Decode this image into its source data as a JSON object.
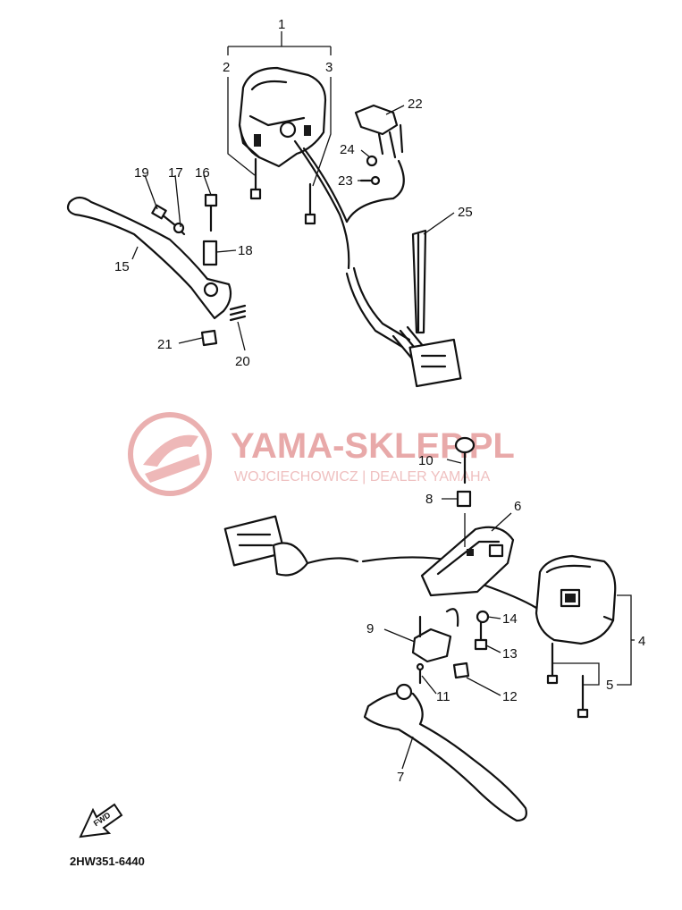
{
  "diagram": {
    "part_number": "2HW351-6440",
    "fwd_label": "FWD",
    "callouts": {
      "c1": "1",
      "c2": "2",
      "c3": "3",
      "c4": "4",
      "c5": "5",
      "c6": "6",
      "c7": "7",
      "c8": "8",
      "c9": "9",
      "c10": "10",
      "c11": "11",
      "c12": "12",
      "c13": "13",
      "c14": "14",
      "c15": "15",
      "c16": "16",
      "c17": "17",
      "c18": "18",
      "c19": "19",
      "c20": "20",
      "c21": "21",
      "c22": "22",
      "c23": "23",
      "c24": "24",
      "c25": "25"
    }
  },
  "watermark": {
    "title": "YAMA-SKLEP.PL",
    "subtitle": "WOJCIECHOWICZ | DEALER YAMAHA"
  }
}
